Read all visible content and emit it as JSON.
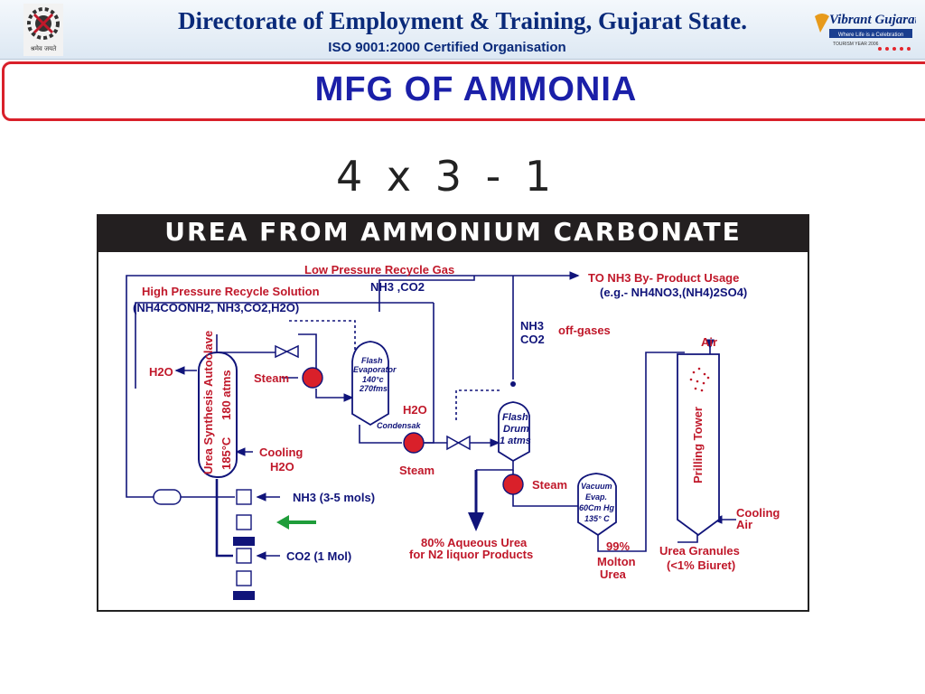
{
  "header": {
    "org_title": "Directorate of Employment & Training, Gujarat State.",
    "iso_line": "ISO 9001:2000 Certified Organisation",
    "left_logo_text": "श्रमेव जयते",
    "right_logo_text": "Vibrant Gujarat",
    "right_logo_tagline": "Where Life is a Celebration",
    "right_logo_year": "TOURISM YEAR 2006"
  },
  "slide": {
    "title": "MFG  OF  AMMONIA",
    "code": "4 x 3 - 1"
  },
  "diagram": {
    "title": "UREA FROM AMMONIUM CARBONATE",
    "labels": {
      "lp_recycle": "Low Pressure Recycle Gas",
      "lp_recycle_comp": "NH3 ,CO2",
      "hp_recycle": "High Pressure Recycle Solution",
      "hp_recycle_comp": "(NH4COONH2, NH3,CO2,H2O)",
      "byproduct": "TO NH3 By- Product Usage",
      "byproduct_eg": "(e.g.- NH4NO3,(NH4)2SO4)",
      "offgas_nh3": "NH3",
      "offgas_co2": "CO2",
      "offgases": "off-gases",
      "air_top": "Air",
      "h2o_left": "H2O",
      "steam_1": "Steam",
      "autoclave_1": "Urea Synthesis Autoclave",
      "autoclave_2": "180 atms",
      "autoclave_3": "185°C",
      "cooling_h2o_1": "Cooling",
      "cooling_h2o_2": "H2O",
      "flash_evap_1": "Flash",
      "flash_evap_2": "Evaporator",
      "flash_evap_3": "140°c",
      "flash_evap_4": "270fms.",
      "h2o_cond": "H2O",
      "condensak": "Condensak",
      "steam_2": "Steam",
      "flash_drum_1": "Flash",
      "flash_drum_2": "Drum",
      "flash_drum_3": "1 atms",
      "steam_3": "Steam",
      "vac_1": "Vacuum",
      "vac_2": "Evap.",
      "vac_3": "60Cm Hg",
      "vac_4": "135° C",
      "nh3_feed": "NH3 (3-5 mols)",
      "co2_feed": "CO2 (1 Mol)",
      "aqueous_1": "80% Aqueous Urea",
      "aqueous_2": "for N2 liquor Products",
      "pct99": "99%",
      "molton_1": "Molton",
      "molton_2": "Urea",
      "granules_1": "Urea Granules",
      "granules_2": "(<1% Biuret)",
      "prilling": "Prilling Tower",
      "cooling_air_1": "Cooling",
      "cooling_air_2": "Air"
    }
  },
  "colors": {
    "banner_text": "#0a2a7a",
    "title_border": "#d9202a",
    "title_text": "#1a1fa8",
    "diagram_red": "#c0182a",
    "diagram_blue": "#10147a",
    "arrow_green": "#1f9d3a"
  }
}
